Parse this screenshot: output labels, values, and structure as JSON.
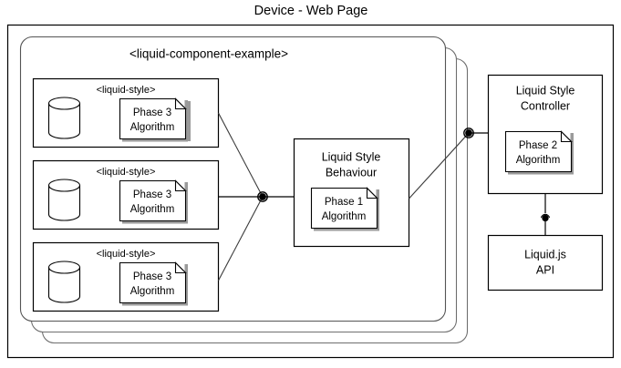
{
  "diagram": {
    "title": "Device - Web Page",
    "component_container": {
      "label": "<liquid-component-example>",
      "stack_layers": 3
    },
    "style_components": [
      {
        "label": "<liquid-style>",
        "db_icon": "database-cylinder-icon",
        "document": {
          "line1": "Phase 3",
          "line2": "Algorithm"
        }
      },
      {
        "label": "<liquid-style>",
        "db_icon": "database-cylinder-icon",
        "document": {
          "line1": "Phase 3",
          "line2": "Algorithm"
        }
      },
      {
        "label": "<liquid-style>",
        "db_icon": "database-cylinder-icon",
        "document": {
          "line1": "Phase 3",
          "line2": "Algorithm"
        }
      }
    ],
    "behaviour_box": {
      "title_line1": "Liquid Style",
      "title_line2": "Behaviour",
      "document": {
        "line1": "Phase 1",
        "line2": "Algorithm"
      }
    },
    "controller_box": {
      "title_line1": "Liquid Style",
      "title_line2": "Controller",
      "document": {
        "line1": "Phase 2",
        "line2": "Algorithm"
      }
    },
    "api_box": {
      "line1": "Liquid.js",
      "line2": "API"
    },
    "colors": {
      "stroke": "#000000",
      "layer_stroke": "#6f6f6f",
      "shadow": "#9a9a9a",
      "background": "#ffffff"
    }
  }
}
